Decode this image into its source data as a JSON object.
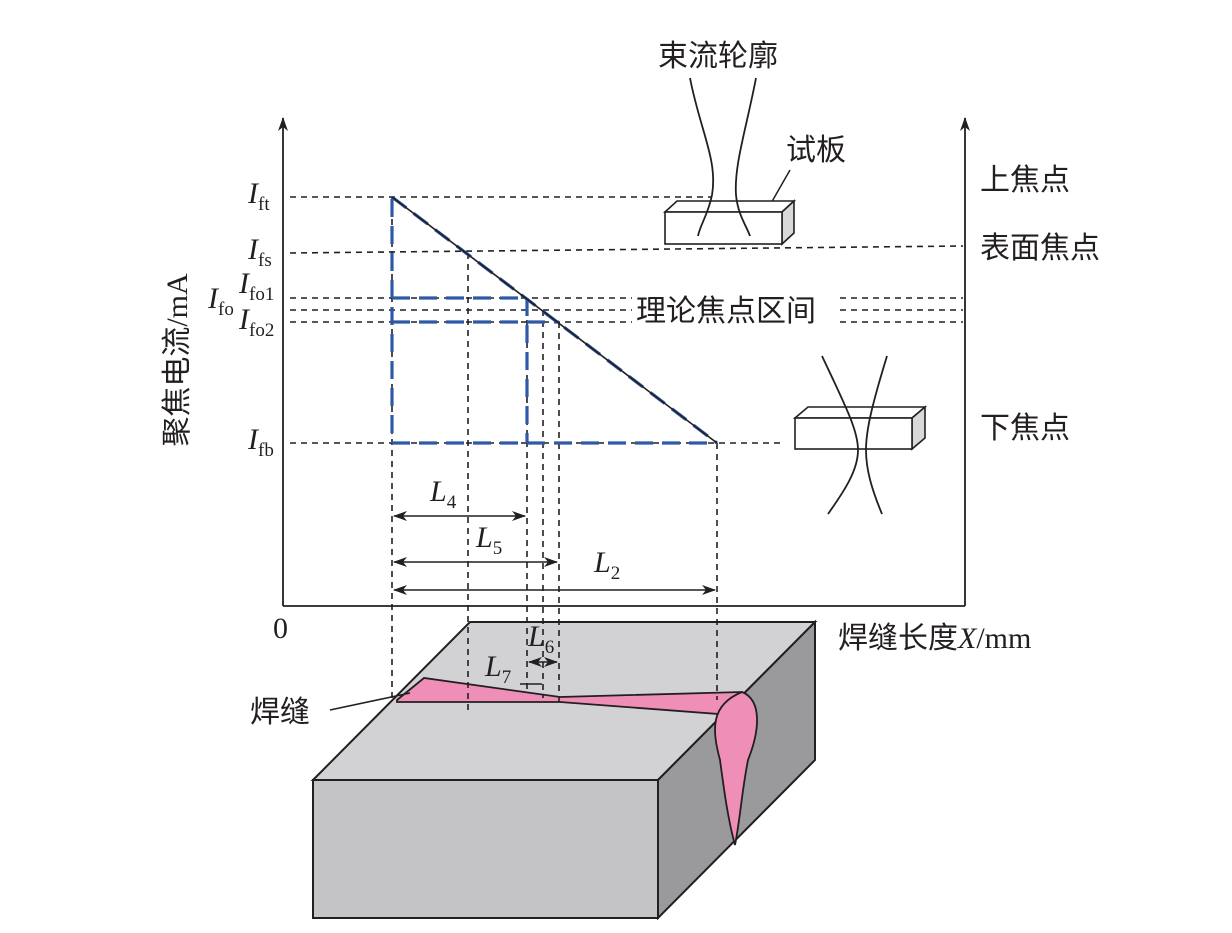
{
  "axes": {
    "y_label": "聚焦电流/mA",
    "x_label_prefix": "焊缝长度",
    "x_label_var": "X",
    "x_label_unit": "/mm",
    "origin": "0"
  },
  "y_ticks": {
    "ft": {
      "main": "I",
      "sub": "ft"
    },
    "fs": {
      "main": "I",
      "sub": "fs"
    },
    "fo1": {
      "main": "I",
      "sub": "fo1"
    },
    "fo": {
      "main": "I",
      "sub": "fo"
    },
    "fo2": {
      "main": "I",
      "sub": "fo2"
    },
    "fb": {
      "main": "I",
      "sub": "fb"
    }
  },
  "right_labels": {
    "upper_focus": "上焦点",
    "surface_focus": "表面焦点",
    "theory_interval": "理论焦点区间",
    "lower_focus": "下焦点"
  },
  "callouts": {
    "beam_profile": "束流轮廓",
    "test_plate": "试板",
    "weld": "焊缝"
  },
  "lengths": {
    "L4": {
      "main": "L",
      "sub": "4"
    },
    "L5": {
      "main": "L",
      "sub": "5"
    },
    "L2": {
      "main": "L",
      "sub": "2"
    },
    "L6": {
      "main": "L",
      "sub": "6"
    },
    "L7": {
      "main": "L",
      "sub": "7"
    }
  },
  "colors": {
    "axis": "#231f20",
    "blue_dash": "#2e59a6",
    "weld_fill": "#ef8fb7",
    "block_top": "#d2d2d4",
    "block_front": "#c4c4c6",
    "block_side": "#9a9a9c"
  }
}
